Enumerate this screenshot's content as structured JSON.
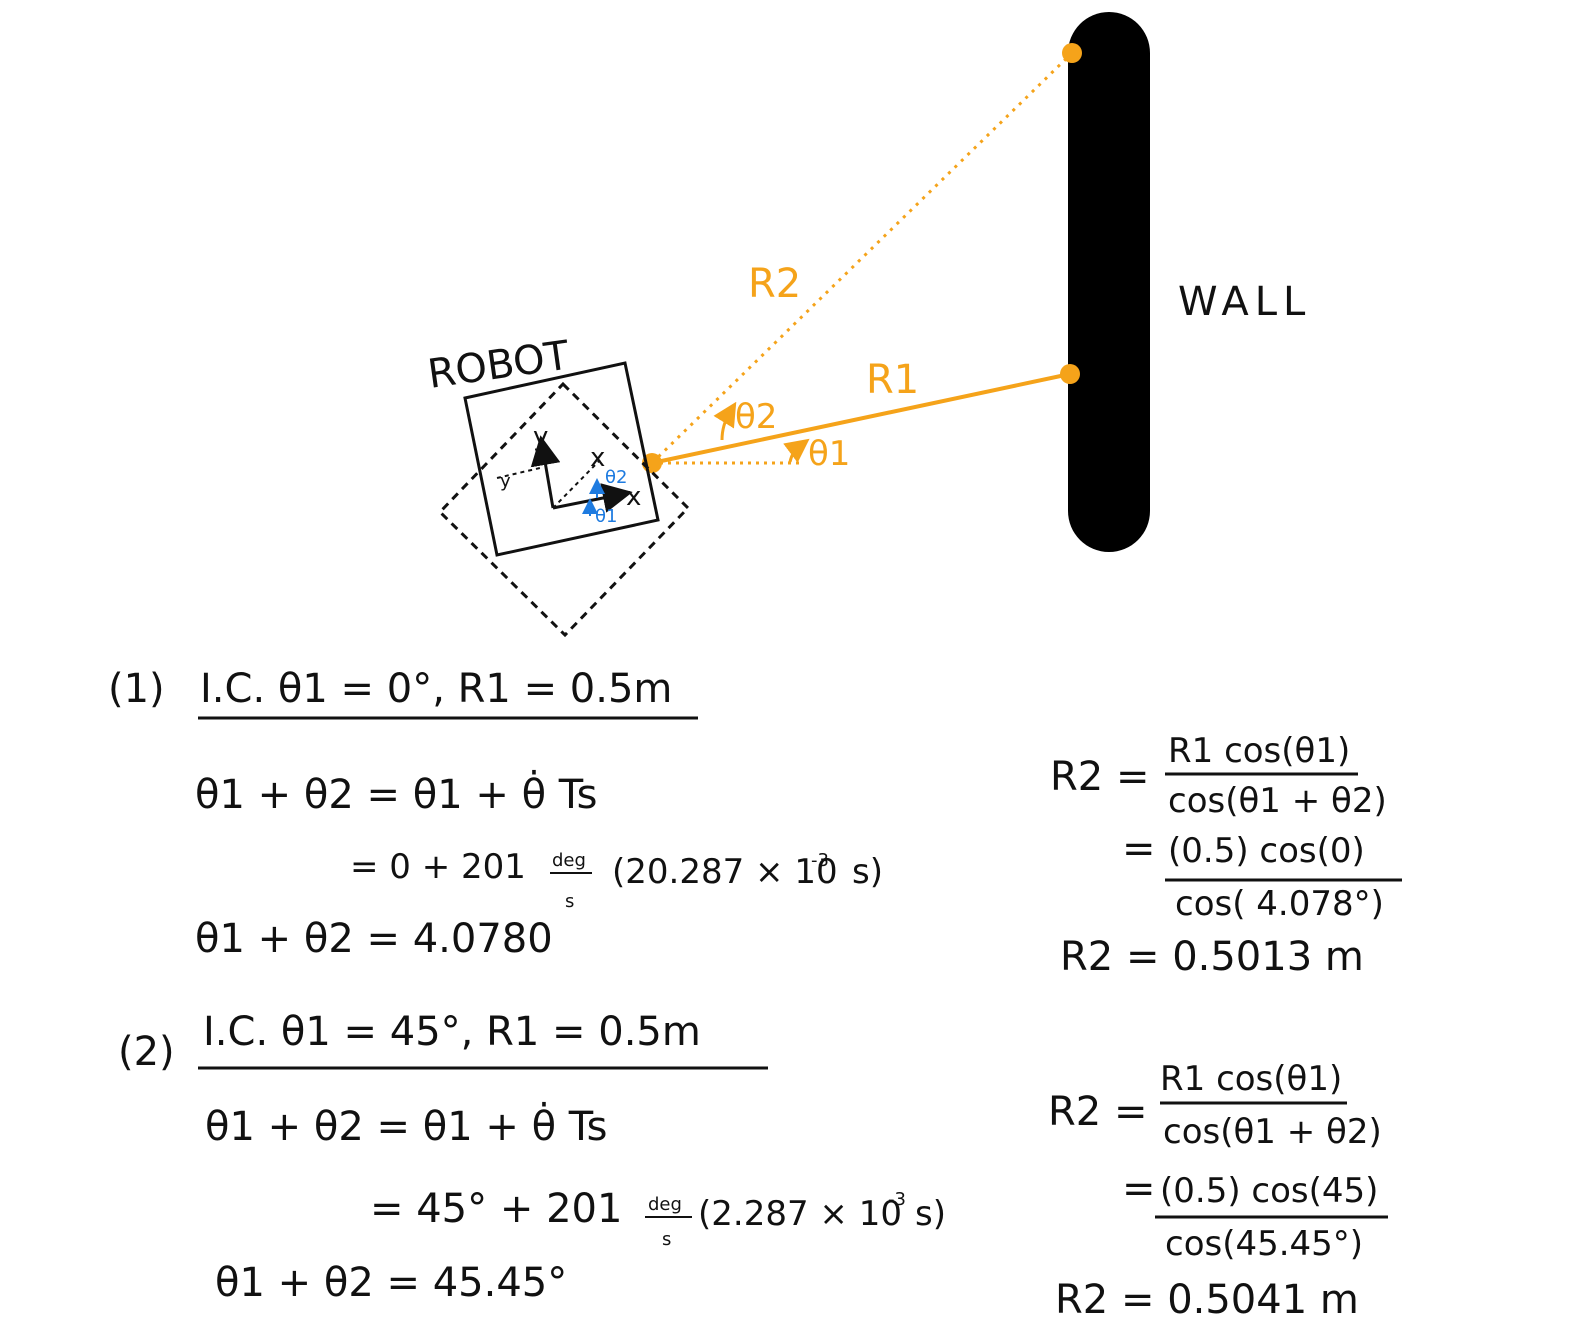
{
  "diagram": {
    "robot_label": "ROBOT",
    "wall_label": "WALL",
    "r1_label": "R1",
    "r2_label": "R2",
    "theta1_label": "θ1",
    "theta2_label": "θ2",
    "robot_x_label": "x",
    "robot_y_label": "y",
    "robot_theta1_label": "θ1",
    "robot_theta2_label": "θ2",
    "colors": {
      "sensor_lines": "#f5a31a",
      "robot_angles": "#1e7be0",
      "wall": "#000000"
    }
  },
  "case1": {
    "label": "(1)",
    "ic": "I.C.  θ1 = 0°,  R1 = 0.5m",
    "eq1": "θ1 + θ2 = θ1 + θ̇ Ts",
    "eq2_a": "= 0 + 201",
    "frac_top": "deg",
    "frac_bottom": "s",
    "eq2_b": "(20.287 × 10",
    "exp": "-3",
    "eq2_c": "s)",
    "result": "θ1 + θ2 = 4.0780",
    "r2_lhs": "R2 =",
    "r2_num": "R1 cos(θ1)",
    "r2_den": "cos(θ1 + θ2)",
    "r2_eq": "=",
    "r2_num2": "(0.5) cos(0)",
    "r2_den2": "cos( 4.078°)",
    "r2_result": "R2 = 0.5013 m"
  },
  "case2": {
    "label": "(2)",
    "ic": "I.C.  θ1 = 45°,  R1 = 0.5m",
    "eq1": "θ1 + θ2 = θ1 + θ̇ Ts",
    "eq2_a": "= 45° + 201",
    "frac_top": "deg",
    "frac_bottom": "s",
    "eq2_b": "(2.287 × 10",
    "exp": "-3",
    "eq2_c": "s)",
    "result": "θ1 + θ2 = 45.45°",
    "r2_lhs": "R2 =",
    "r2_num": "R1 cos(θ1)",
    "r2_den": "cos(θ1 + θ2)",
    "r2_eq": "=",
    "r2_num2": "(0.5) cos(45)",
    "r2_den2": "cos(45.45°)",
    "r2_result": "R2 = 0.5041 m"
  }
}
